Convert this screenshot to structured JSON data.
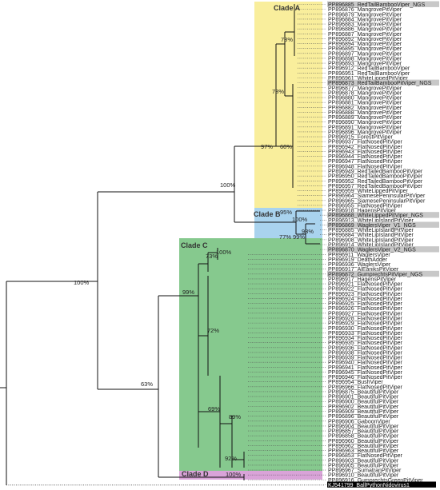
{
  "clades": [
    {
      "label": "Clade A",
      "color": "#f9ee9c"
    },
    {
      "label": "Clade B",
      "color": "#a9d3ee"
    },
    {
      "label": "Clade C",
      "color": "#86c98e"
    },
    {
      "label": "Clade D",
      "color": "#d9a3d8"
    }
  ],
  "bootstrap": [
    "78%",
    "78%",
    "60%",
    "97%",
    "100%",
    "100%",
    "93%",
    "99%",
    "77%",
    "95%",
    "73%",
    "99%",
    "72%",
    "69%",
    "89%",
    "92%",
    "100%",
    "63%",
    "100%",
    "100%"
  ],
  "leaves": [
    {
      "label": "PP896885_RedTailBambooViper_NGS",
      "style": "hl"
    },
    {
      "label": "PP896876_MangrovePitViper"
    },
    {
      "label": "PP896879_MangrovePitViper"
    },
    {
      "label": "PP896884_MangrovePitViper"
    },
    {
      "label": "PP896883_MangrovePitViper"
    },
    {
      "label": "PP896886_MangrovePitViper"
    },
    {
      "label": "PP896887_MangrovePitViper"
    },
    {
      "label": "PP896892_MangrovePitViper"
    },
    {
      "label": "PP896894_MangrovePitViper"
    },
    {
      "label": "PP896895_MangrovePitViper"
    },
    {
      "label": "PP896897_MangrovePitViper"
    },
    {
      "label": "PP896898_MangrovePitViper"
    },
    {
      "label": "PP896893_MangrovePitViper"
    },
    {
      "label": "PP896912_RedTailBambooViper"
    },
    {
      "label": "PP896951_RedTailBambooViper"
    },
    {
      "label": "PP896961_WhiteLippedPitViper"
    },
    {
      "label": "PP896873_RedTailBambooPitViper_NGS",
      "style": "hl"
    },
    {
      "label": "PP896877_MangrovePitViper"
    },
    {
      "label": "PP896878_MangrovePitViper"
    },
    {
      "label": "PP896880_MangrovePitViper"
    },
    {
      "label": "PP896881_MangrovePitViper"
    },
    {
      "label": "PP896882_MangrovePitViper"
    },
    {
      "label": "PP896888_MangrovePitViper"
    },
    {
      "label": "PP896889_MangrovePitViper"
    },
    {
      "label": "PP896890_MangrovePitViper"
    },
    {
      "label": "PP896891_MangrovePitViper"
    },
    {
      "label": "PP896896_MangrovePitViper"
    },
    {
      "label": "PP896915_ForestPitViper"
    },
    {
      "label": "PP896937_FlatNosedPitViper"
    },
    {
      "label": "PP896942_FlatNosedPitViper"
    },
    {
      "label": "PP896943_FlatNosedPitViper"
    },
    {
      "label": "PP896944_FlatNosedPitViper"
    },
    {
      "label": "PP896947_FlatNosedPitViper"
    },
    {
      "label": "PP896948_FlatNosedPitViper"
    },
    {
      "label": "PP896949_RedTailedBambooPitViper"
    },
    {
      "label": "PP896950_RedTailedBambooPitViper"
    },
    {
      "label": "PP896952_RedTailedBambooPitViper"
    },
    {
      "label": "PP896957_RedTailedBambooPitViper"
    },
    {
      "label": "PP896959_WhiteLippedPitViper"
    },
    {
      "label": "PP896964_SiamesePeninsularPitViper"
    },
    {
      "label": "PP896965_SiamesePeninsularPitViper"
    },
    {
      "label": "PP896955_FlatNosedPitViper"
    },
    {
      "label": "PP896918_HagensPitViper"
    },
    {
      "label": "PP896868_WhiteLippedPitViper_NGS",
      "style": "hl"
    },
    {
      "label": "PP896913_WhiteLipIslandPitViper"
    },
    {
      "label": "PP896869_WaglersViper_V1_NGS",
      "style": "hl"
    },
    {
      "label": "PP896885_WhiteLipIslandPitViper"
    },
    {
      "label": "PP896884_WhiteLipIslandPitViper"
    },
    {
      "label": "PP896908_WhiteLipIslandPitViper"
    },
    {
      "label": "PP896914_WhiteLipIslandPitViper"
    },
    {
      "label": "PP896870_WaglersViper_V2_NGS",
      "style": "hl"
    },
    {
      "label": "PP896911_WaglersViper"
    },
    {
      "label": "PP896919_DeathAdder"
    },
    {
      "label": "PP896936_WaglersViper"
    },
    {
      "label": "PP896917_AlEaniksPitViper"
    },
    {
      "label": "PP896872_GumprechtsPitViper_NGS",
      "style": "hl"
    },
    {
      "label": "PP896917_HagensPitViper"
    },
    {
      "label": "PP896921_FlatNosedPitViper"
    },
    {
      "label": "PP896922_FlatNosedPitViper"
    },
    {
      "label": "PP896923_FlatNosedPitViper"
    },
    {
      "label": "PP896924_FlatNosedPitViper"
    },
    {
      "label": "PP896925_FlatNosedPitViper"
    },
    {
      "label": "PP896926_FlatNosedPitViper"
    },
    {
      "label": "PP896927_FlatNosedPitViper"
    },
    {
      "label": "PP896928_FlatNosedPitViper"
    },
    {
      "label": "PP896929_FlatNosedPitViper"
    },
    {
      "label": "PP896930_FlatNosedPitViper"
    },
    {
      "label": "PP896933_FlatNosedPitViper"
    },
    {
      "label": "PP896934_FlatNosedPitViper"
    },
    {
      "label": "PP896935_FlatNosedPitViper"
    },
    {
      "label": "PP896936_FlatNosedPitViper"
    },
    {
      "label": "PP896938_FlatNosedPitViper"
    },
    {
      "label": "PP896939_FlatNosedPitViper"
    },
    {
      "label": "PP896940_FlatNosedPitViper"
    },
    {
      "label": "PP896941_FlatNosedPitViper"
    },
    {
      "label": "PP896945_FlatNosedPitViper"
    },
    {
      "label": "PP896946_FlatNosedPitViper"
    },
    {
      "label": "PP896954_BushViper"
    },
    {
      "label": "PP896966_FlatNosedPitViper"
    },
    {
      "label": "PP896875_BeautifulPitViper"
    },
    {
      "label": "PP896901_BeautifulPitViper"
    },
    {
      "label": "PP896900_BeautifulPitViper"
    },
    {
      "label": "PP896902_BeautifulPitViper"
    },
    {
      "label": "PP896909_BeautifulPitViper"
    },
    {
      "label": "PP896896_BeautifulPitViper"
    },
    {
      "label": "PP896906_GaboonViper"
    },
    {
      "label": "PP896904_BeautifulPitViper"
    },
    {
      "label": "PP896857_BeautifulPitViper"
    },
    {
      "label": "PP896858_BeautifulPitViper"
    },
    {
      "label": "PP896960_BeautifulPitViper"
    },
    {
      "label": "PP896962_BeautifulPitViper"
    },
    {
      "label": "PP896963_BeautifulPitViper"
    },
    {
      "label": "PP896853_FlatNosedPitViper"
    },
    {
      "label": "PP896903_BeautifulPitViper"
    },
    {
      "label": "PP896905_BeautifulPitViper"
    },
    {
      "label": "PP896967_SumatranPitViper"
    },
    {
      "label": "PP896910_BeautifulPitViper"
    },
    {
      "label": "PP896916_GumprechtsGreenPitViper"
    },
    {
      "label": "KJ541799_BallPythonNidovirus1",
      "style": "out"
    }
  ]
}
